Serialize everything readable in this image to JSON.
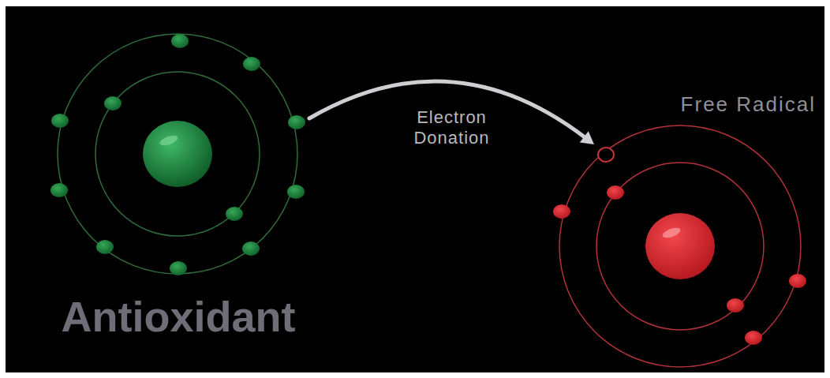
{
  "diagram": {
    "nodes": [
      {
        "text": [
          "Antioxidant"
        ]
      },
      {
        "text": [
          "Free Radical"
        ]
      }
    ],
    "edges": [
      {
        "from": 0,
        "to": 1,
        "arrow": "to",
        "label": "Electron Donation"
      }
    ]
  }
}
